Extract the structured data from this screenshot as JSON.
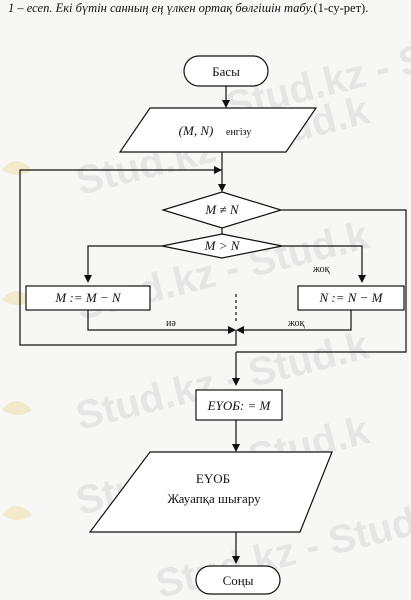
{
  "problem": {
    "lead": "1 – есеп. Екі бүтін санның ең үлкен ортақ бөлгішін табу.",
    "rest": "(1-су-рет)."
  },
  "watermark": "Stud.kz - Stud.k",
  "nodes": {
    "start": "Басы",
    "input_vars": "(M, N)",
    "input_word": "енгізу",
    "cond_ne": "M ≠ N",
    "cond_gt": "M > N",
    "assign_m": "M := M − N",
    "assign_n": "N := N − M",
    "assign_result": "ЕҮОБ: = M",
    "output_title": "ЕҮОБ",
    "output_text": "Жауапқа шығару",
    "end": "Соңы"
  },
  "edge_labels": {
    "no_right": "жоқ",
    "yes_bottom": "иә",
    "no_bottom": "жоқ"
  }
}
